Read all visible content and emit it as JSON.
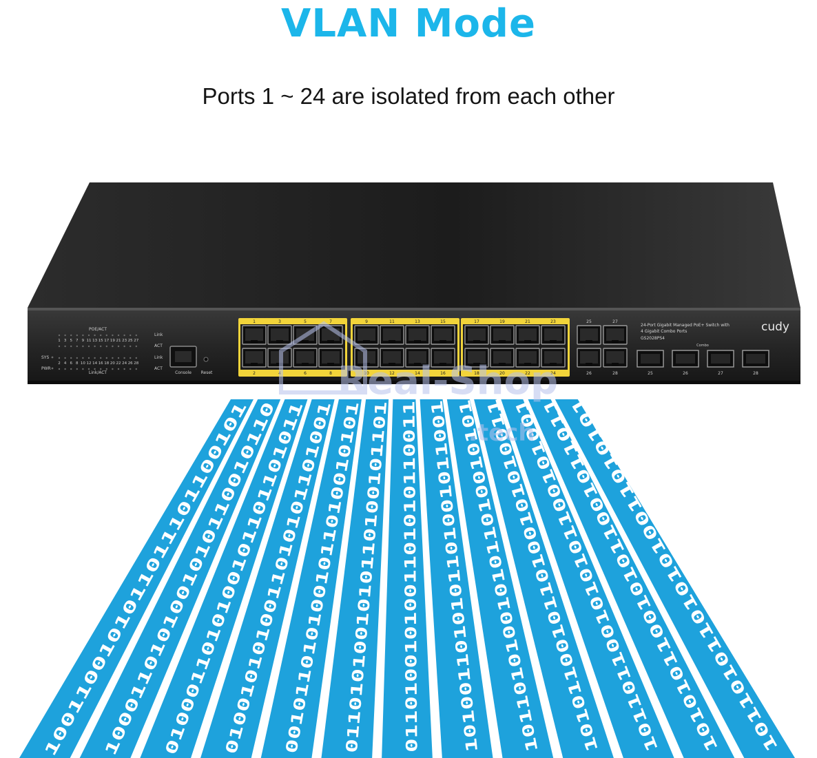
{
  "title": "VLAN Mode",
  "subtitle": "Ports 1 ~ 24 are isolated from each other",
  "colors": {
    "accent": "#1cb6ea",
    "stream": "#1ea2dc",
    "port_highlight": "#f2d43a",
    "chassis": "#262626"
  },
  "switch": {
    "brand": "cudy",
    "description_line1": "24-Port Gigabit Managed PoE+ Switch with",
    "description_line2": "4 Gigabit Combo Ports",
    "model": "GS2028PS4",
    "console_label": "Console",
    "reset_label": "Reset",
    "poe_act_label": "POE/ACT",
    "link_act_label": "Link/ACT",
    "link_label": "Link",
    "act_label": "ACT",
    "sys_label": "SYS",
    "pwr_label": "PWR",
    "combo_label": "Combo",
    "led_top_numbers": [
      "1",
      "3",
      "5",
      "7",
      "9",
      "11",
      "13",
      "15",
      "17",
      "19",
      "21",
      "23",
      "25",
      "27"
    ],
    "led_bottom_numbers": [
      "2",
      "4",
      "6",
      "8",
      "10",
      "12",
      "14",
      "16",
      "18",
      "20",
      "22",
      "24",
      "26",
      "28"
    ],
    "port_groups": [
      {
        "top": [
          "1",
          "3",
          "5",
          "7"
        ],
        "bottom": [
          "2",
          "4",
          "6",
          "8"
        ]
      },
      {
        "top": [
          "9",
          "11",
          "13",
          "15"
        ],
        "bottom": [
          "10",
          "12",
          "14",
          "16"
        ]
      },
      {
        "top": [
          "17",
          "19",
          "21",
          "23"
        ],
        "bottom": [
          "18",
          "20",
          "22",
          "24"
        ]
      }
    ],
    "combo_rj45": {
      "top": [
        "25",
        "27"
      ],
      "bottom": [
        "26",
        "28"
      ]
    },
    "sfp_ports": [
      "25",
      "26",
      "27",
      "28"
    ]
  },
  "watermark": {
    "line1": "Real-Shop",
    "line2": ".tech"
  },
  "data_streams": [
    "1001100101011011101100101",
    "1000110101001010110010110",
    "0100011010100101101101011",
    "0100101010011010101101001",
    "0010110101001011010010101",
    "0110101001010110100101101",
    "0110100101001101010110011",
    "1010011010101101001011001",
    "1011010100101011010010101",
    "1010110010110100101010011",
    "1011011001010101100101001",
    "1010101100101011001011011",
    "1011010110101010011010101"
  ]
}
